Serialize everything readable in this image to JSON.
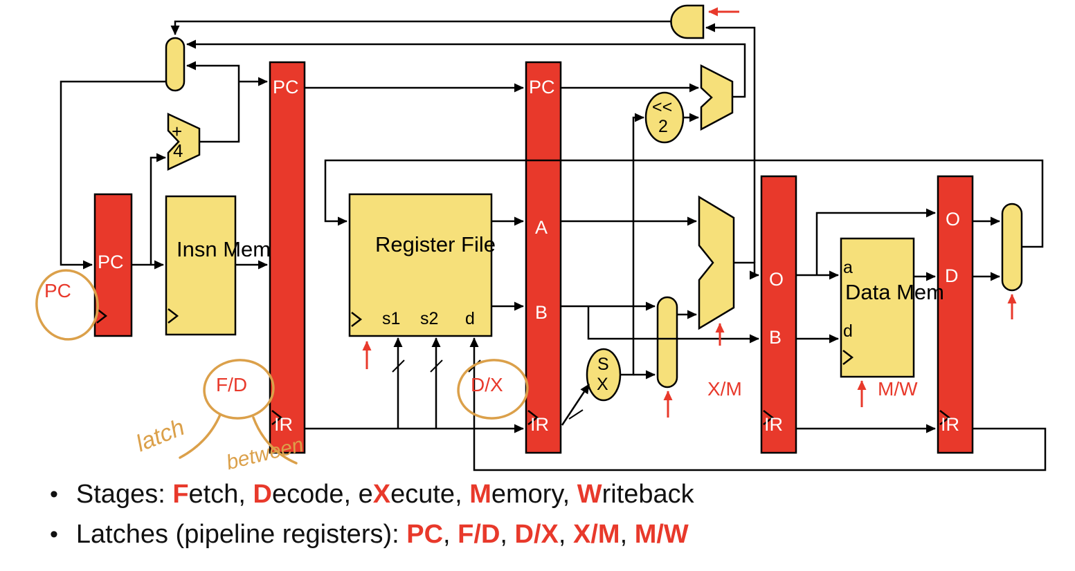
{
  "colors": {
    "latch_red": "#e8392b",
    "component_yellow": "#f6e07a",
    "wire_black": "#000000",
    "label_white": "#ffffff",
    "annotation_orange": "#dba04a",
    "annotation_red": "#e8392b",
    "background": "#ffffff"
  },
  "components": {
    "pc_register": {
      "label": "PC"
    },
    "insn_mem": {
      "label": "Insn Mem"
    },
    "plus4_adder": {
      "op": "+",
      "operand": "4"
    },
    "fd_latch": {
      "pc": "PC",
      "ir": "IR"
    },
    "register_file": {
      "label": "Register File",
      "port_s1": "s1",
      "port_s2": "s2",
      "port_d": "d"
    },
    "dx_latch": {
      "pc": "PC",
      "a": "A",
      "b": "B",
      "ir": "IR"
    },
    "shift_left_2": {
      "line1": "<<",
      "line2": "2"
    },
    "sign_extend": {
      "line1": "S",
      "line2": "X"
    },
    "xm_latch": {
      "o": "O",
      "b": "B",
      "ir": "IR"
    },
    "data_mem": {
      "label": "Data Mem",
      "port_a": "a",
      "port_d": "d"
    },
    "mw_latch": {
      "o": "O",
      "d": "D",
      "ir": "IR"
    }
  },
  "annotations": {
    "pc": "PC",
    "fd": "F/D",
    "dx": "D/X",
    "xm": "X/M",
    "mw": "M/W",
    "handwriting_1": "latch",
    "handwriting_2": "between"
  },
  "bullets": {
    "marker": "•",
    "line1": [
      {
        "t": "Stages: ",
        "red": false
      },
      {
        "t": "F",
        "red": true
      },
      {
        "t": "etch, ",
        "red": false
      },
      {
        "t": "D",
        "red": true
      },
      {
        "t": "ecode, e",
        "red": false
      },
      {
        "t": "X",
        "red": true
      },
      {
        "t": "ecute, ",
        "red": false
      },
      {
        "t": "M",
        "red": true
      },
      {
        "t": "emory, ",
        "red": false
      },
      {
        "t": "W",
        "red": true
      },
      {
        "t": "riteback",
        "red": false
      }
    ],
    "line2": [
      {
        "t": "Latches (pipeline registers): ",
        "red": false
      },
      {
        "t": "PC",
        "red": true
      },
      {
        "t": ", ",
        "red": false
      },
      {
        "t": "F/D",
        "red": true
      },
      {
        "t": ", ",
        "red": false
      },
      {
        "t": "D/X",
        "red": true
      },
      {
        "t": ", ",
        "red": false
      },
      {
        "t": "X/M",
        "red": true
      },
      {
        "t": ", ",
        "red": false
      },
      {
        "t": "M/W",
        "red": true
      }
    ]
  }
}
